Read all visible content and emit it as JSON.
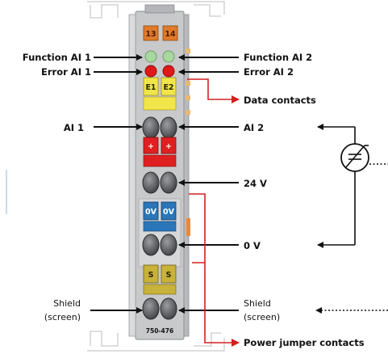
{
  "labels": {
    "function_ai1": "Function AI 1",
    "error_ai1": "Error AI 1",
    "function_ai2": "Function AI 2",
    "error_ai2": "Error AI 2",
    "data_contacts": "Data contacts",
    "ai1": "AI 1",
    "ai2": "AI 2",
    "v24": "24 V",
    "v0": "0 V",
    "shield_left_1": "Shield",
    "shield_left_2": "(screen)",
    "shield_right_1": "Shield",
    "shield_right_2": "(screen)",
    "power_jumper": "Power jumper contacts"
  },
  "terminals": {
    "t13": "13",
    "t14": "14",
    "e1": "E1",
    "e2": "E2",
    "plus1": "+",
    "plus2": "+",
    "ov1": "0V",
    "ov2": "0V",
    "s1": "S",
    "s2": "S"
  },
  "model_number": "750-476",
  "colors": {
    "orange": "#e07a2a",
    "yellow": "#f1e54a",
    "red_block": "#e02020",
    "blue": "#2a76b8",
    "khaki": "#c9b23a",
    "green_led": "#a8d8a0",
    "red_led": "#e01818",
    "arrow_red": "#d42020",
    "module_grey": "#c8c9cb"
  }
}
